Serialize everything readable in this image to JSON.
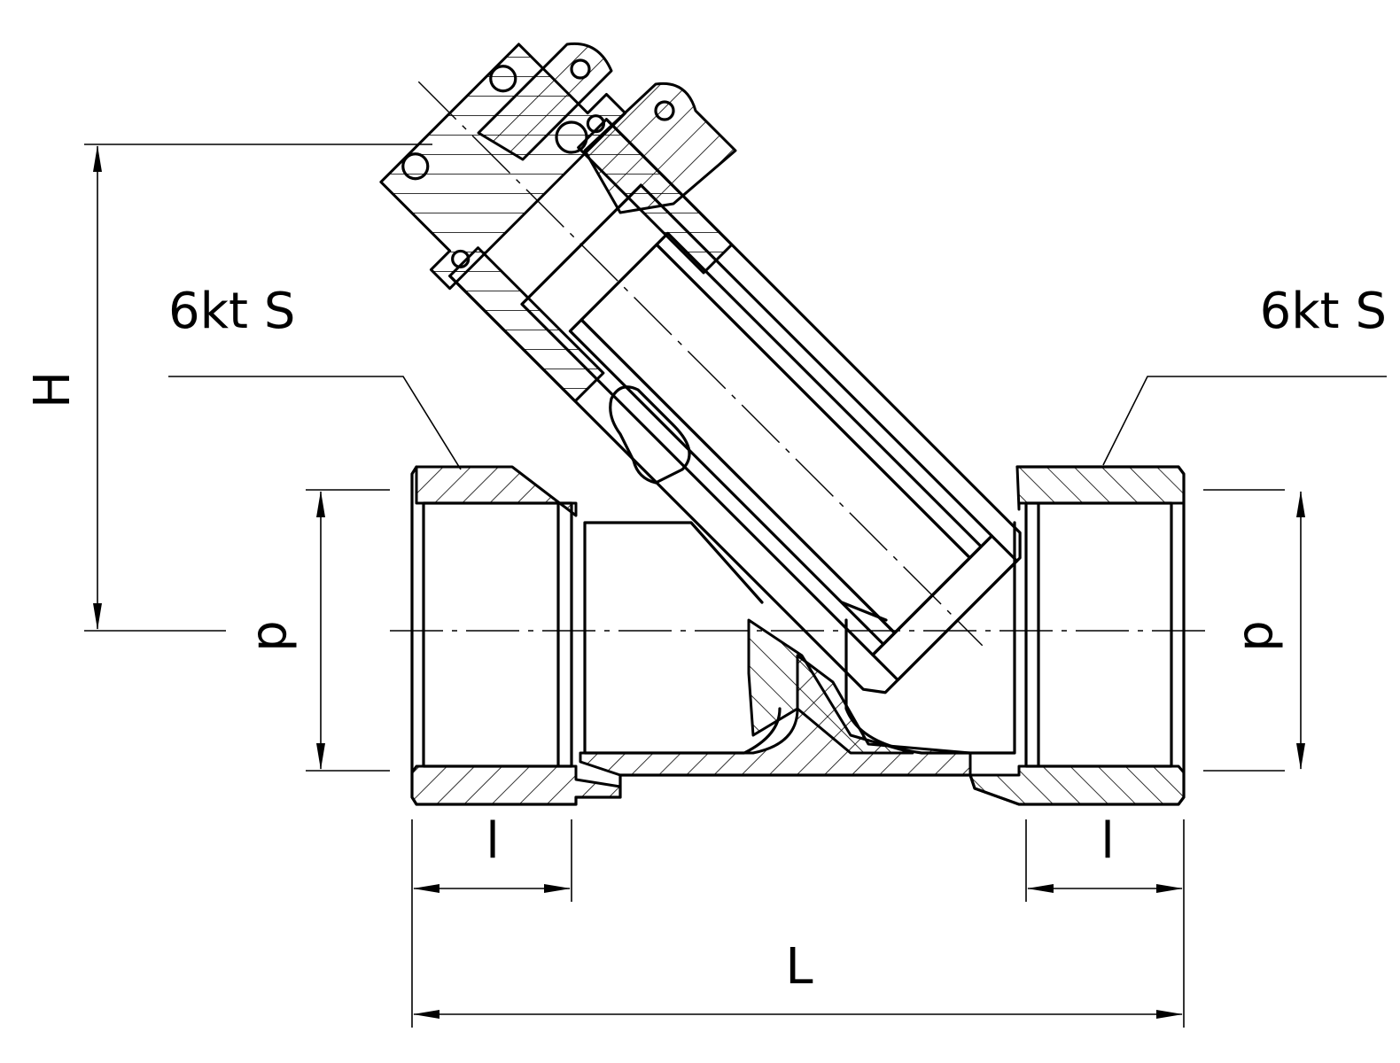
{
  "labels": {
    "hex_left": "6kt S",
    "hex_right": "6kt S",
    "height": "H",
    "diameter_left": "d",
    "diameter_right": "d",
    "thread_left": "l",
    "thread_right": "l",
    "length": "L"
  },
  "colors": {
    "line": "#000000",
    "background": "#ffffff"
  }
}
